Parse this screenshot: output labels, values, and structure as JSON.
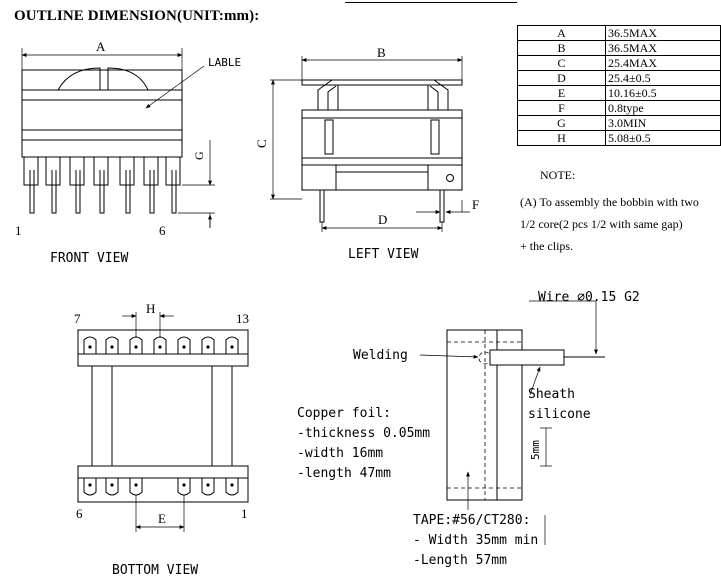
{
  "title": "OUTLINE DIMENSION(UNIT:mm):",
  "dimension_table": [
    {
      "key": "A",
      "value": "36.5MAX"
    },
    {
      "key": "B",
      "value": "36.5MAX"
    },
    {
      "key": "C",
      "value": "25.4MAX"
    },
    {
      "key": "D",
      "value": "25.4±0.5"
    },
    {
      "key": "E",
      "value": "10.16±0.5"
    },
    {
      "key": "F",
      "value": "0.8type"
    },
    {
      "key": "G",
      "value": "3.0MIN"
    },
    {
      "key": "H",
      "value": "5.08±0.5"
    }
  ],
  "note": {
    "heading": "NOTE:",
    "lines": [
      "(A) To assembly the bobbin with two",
      "1/2 core(2 pcs 1/2  with  same gap)",
      "+ the clips."
    ]
  },
  "front_view": {
    "caption": "FRONT VIEW",
    "dim_a": "A",
    "dim_g": "G",
    "lable": "LABLE",
    "pin_left": "1",
    "pin_right": "6"
  },
  "left_view": {
    "caption": "LEFT VIEW",
    "dim_b": "B",
    "dim_c": "C",
    "dim_d": "D",
    "dim_f": "F"
  },
  "bottom_view": {
    "caption": "BOTTOM VIEW",
    "dim_h": "H",
    "dim_e": "E",
    "pin_top_left": "7",
    "pin_top_right": "13",
    "pin_bottom_left": "6",
    "pin_bottom_right": "1"
  },
  "detail": {
    "wire": "Wire ∅0.15 G2",
    "welding": "Welding",
    "sheath_line1": "Sheath",
    "sheath_line2": "silicone",
    "dim_5mm": "5mm",
    "copper_foil": [
      "Copper foil:",
      "-thickness 0.05mm",
      "-width 16mm",
      "-length 47mm"
    ],
    "tape": [
      "TAPE:#56/CT280:",
      "- Width 35mm min",
      "-Length 57mm"
    ]
  }
}
